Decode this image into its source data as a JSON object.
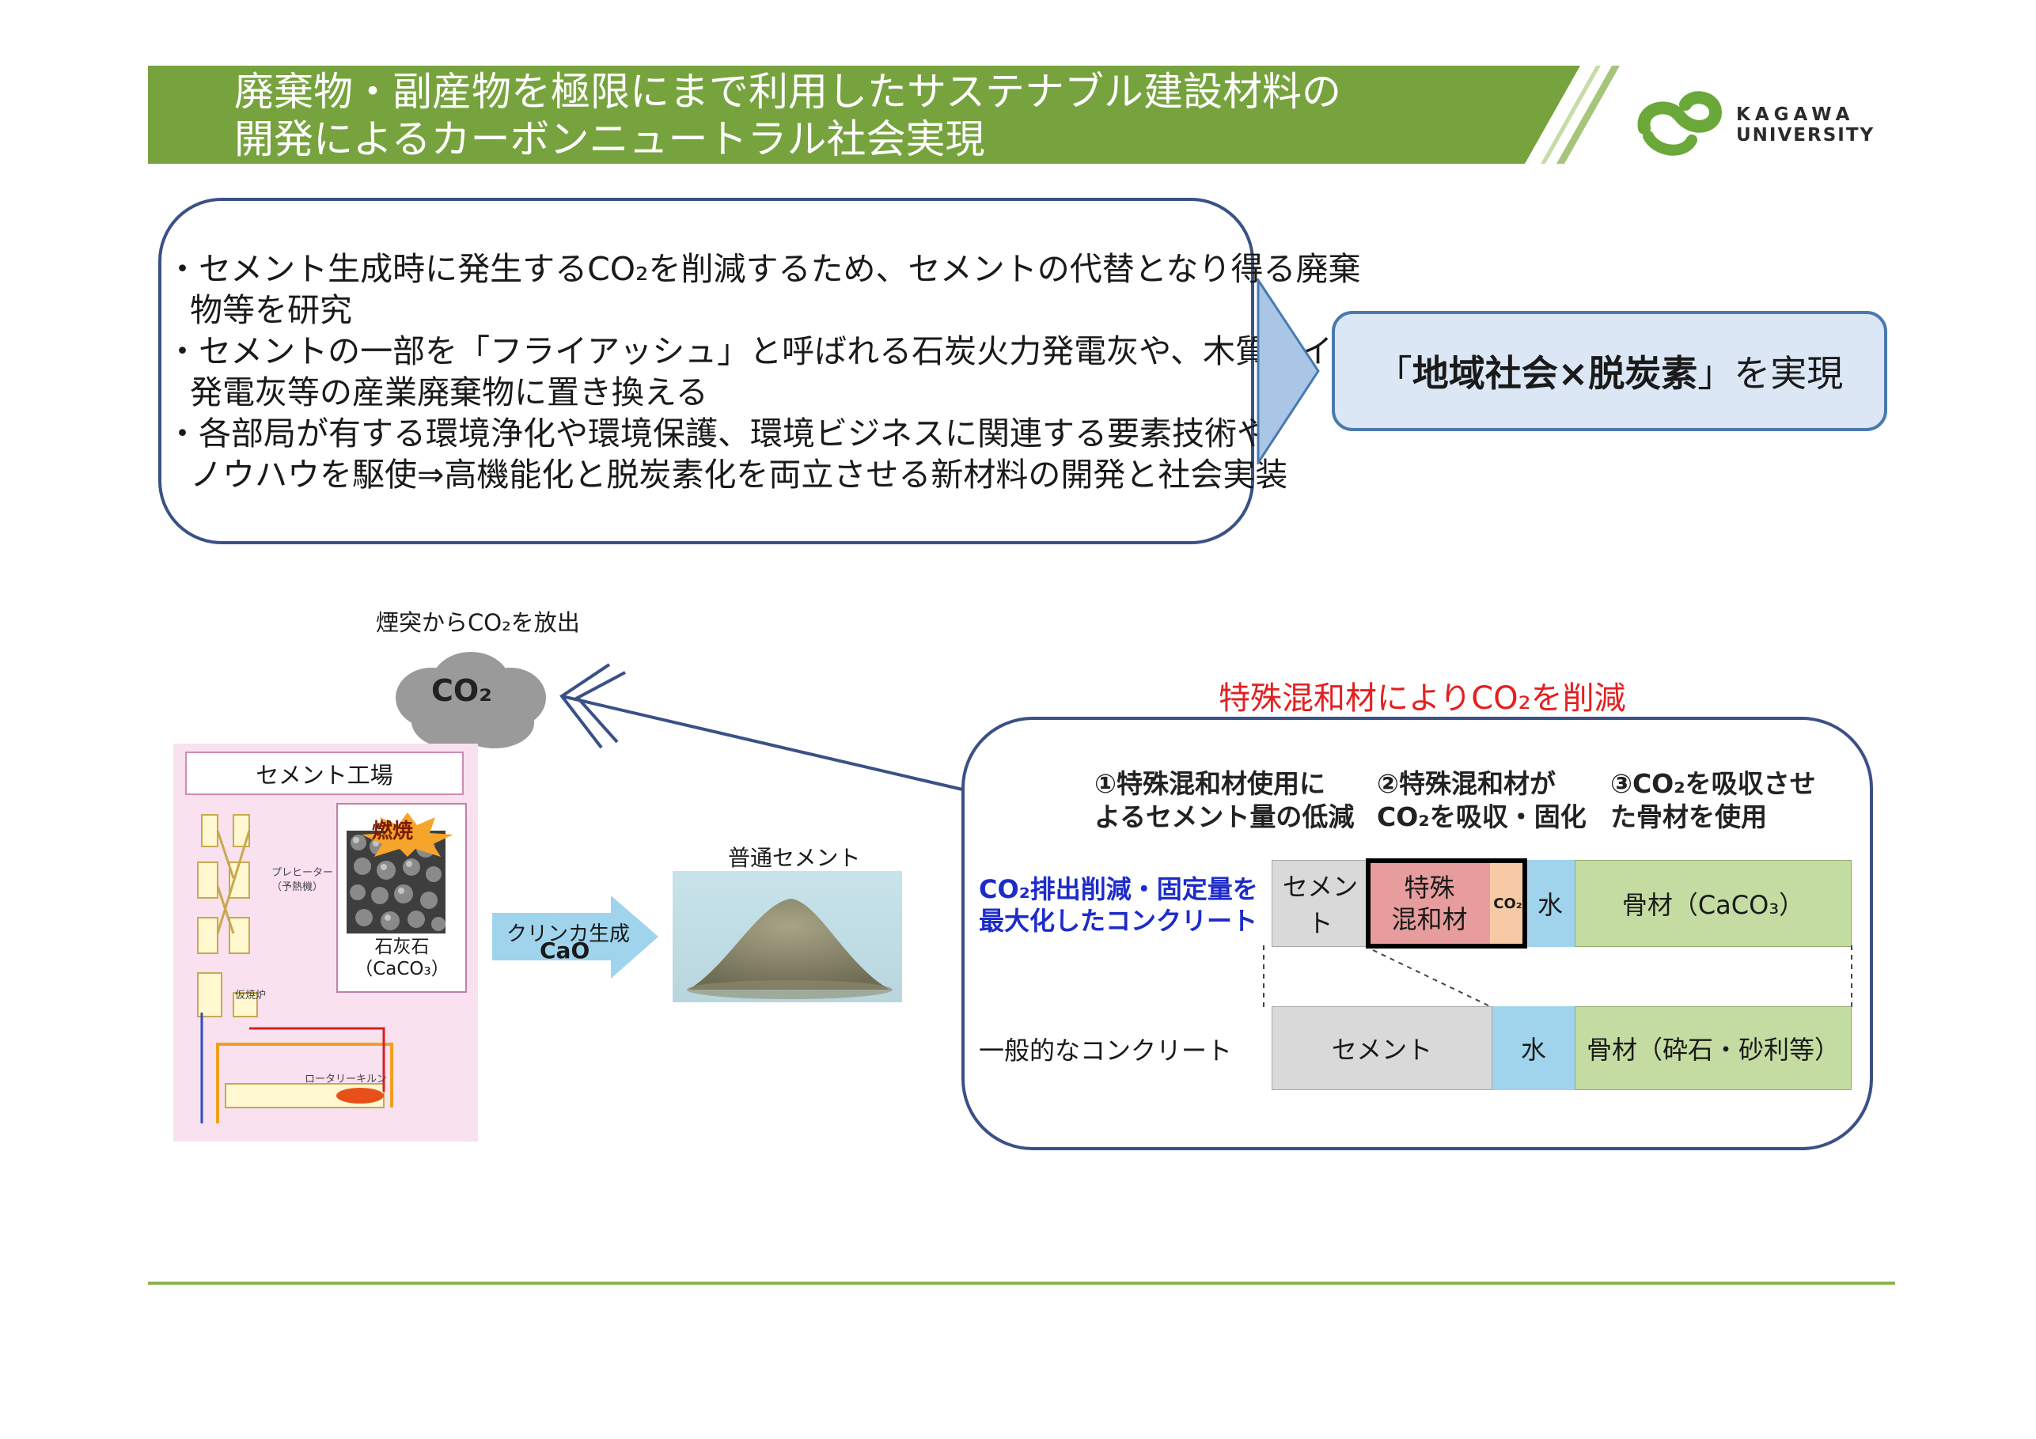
{
  "header": {
    "title_line1": "廃棄物・副産物を極限にまで利用したサステナブル建設材料の",
    "title_line2": "開発によるカーボンニュートラル社会実現",
    "logo_line1": "KAGAWA",
    "logo_line2": "UNIVERSITY",
    "band_color": "#77a33e"
  },
  "description": {
    "bullets": [
      {
        "line1": "・セメント生成時に発生するCO₂を削減するため、セメントの代替となり得る廃棄",
        "line2": "物等を研究"
      },
      {
        "line1": "・セメントの一部を「フライアッシュ」と呼ばれる石炭火力発電灰や、木質バイオマス",
        "line2": "発電灰等の産業廃棄物に置き換える"
      },
      {
        "line1": "・各部局が有する環境浄化や環境保護、環境ビジネスに関連する要素技術や",
        "line2": "ノウハウを駆使⇒高機能化と脱炭素化を両立させる新材料の開発と社会実装"
      }
    ]
  },
  "goal": {
    "open_bracket": "「",
    "bold_text": "地域社会×脱炭素",
    "close_text": "」を実現"
  },
  "plant": {
    "chimney_label": "煙突からCO₂を放出",
    "cloud_text": "CO₂",
    "factory_title": "セメント工場",
    "burn_label": "燃焼",
    "limestone_name": "石灰石",
    "limestone_formula": "（CaCO₃）",
    "preheater_label": "プレヒーター",
    "preheater_sub": "（予熱機）",
    "calciner_label": "仮焼炉",
    "kiln_label": "ロータリーキルン",
    "clinker_label": "クリンカ生成",
    "clinker_formula": "CaO",
    "cement_caption": "普通セメント"
  },
  "comparison": {
    "title": "特殊混和材によりCO₂を削減",
    "columns": [
      {
        "line1": "①特殊混和材使用に",
        "line2": "よるセメント量の低減"
      },
      {
        "line1": "②特殊混和材が",
        "line2": "CO₂を吸収・固化"
      },
      {
        "line1": "③CO₂を吸収させ",
        "line2": "た骨材を使用"
      }
    ],
    "row1": {
      "label_line1": "CO₂排出削減・固定量を",
      "label_line2": "最大化したコンクリート",
      "cement": "セメント",
      "special_line1": "特殊",
      "special_line2": "混和材",
      "co2": "CO₂",
      "water": "水",
      "aggregate": "骨材（CaCO₃）"
    },
    "row2": {
      "label": "一般的なコンクリート",
      "cement": "セメント",
      "water": "水",
      "aggregate": "骨材（砕石・砂利等）"
    }
  }
}
